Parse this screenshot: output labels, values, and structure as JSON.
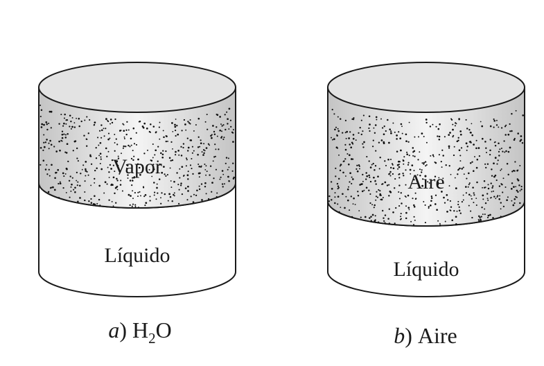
{
  "cylinders": [
    {
      "id": "a",
      "content_label": "Vapor",
      "liquid_label": "Líquido",
      "caption": {
        "letter": "a",
        "paren": ")",
        "text_main": "H",
        "subscript": "2",
        "text_end": "O"
      }
    },
    {
      "id": "b",
      "content_label": "Aire",
      "liquid_label": "Líquido",
      "caption": {
        "letter": "b",
        "paren": ")",
        "text_main": "Aire",
        "subscript": "",
        "text_end": ""
      }
    }
  ],
  "colors": {
    "stroke": "#1a1a1a",
    "lid_fill": "#e3e3e3",
    "gas_center": "#f4f4f4",
    "gas_edge": "#c8c8c8",
    "liquid_fill": "#ffffff",
    "dots": "#111111"
  }
}
